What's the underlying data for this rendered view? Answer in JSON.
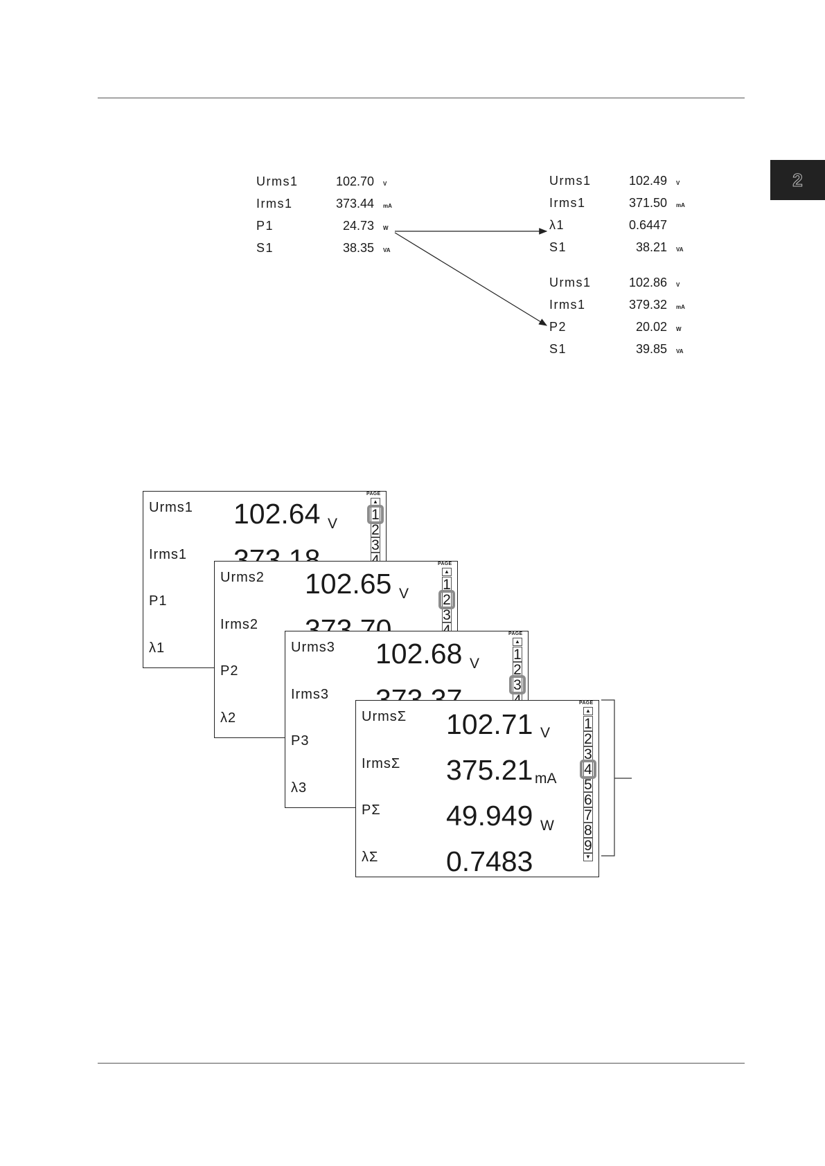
{
  "chapter": "2",
  "left_list": [
    {
      "label": "Urms1",
      "value": "102.70",
      "unit": "V"
    },
    {
      "label": "Irms1",
      "value": "373.44",
      "unit": "mA"
    },
    {
      "label": "P1",
      "value": "24.73",
      "unit": "W"
    },
    {
      "label": "S1",
      "value": "38.35",
      "unit": "VA"
    }
  ],
  "right_top_list": [
    {
      "label": "Urms1",
      "value": "102.49",
      "unit": "V"
    },
    {
      "label": "Irms1",
      "value": "371.50",
      "unit": "mA"
    },
    {
      "label": "λ1",
      "value": "0.6447",
      "unit": ""
    },
    {
      "label": "S1",
      "value": "38.21",
      "unit": "VA"
    }
  ],
  "right_bottom_list": [
    {
      "label": "Urms1",
      "value": "102.86",
      "unit": "V"
    },
    {
      "label": "Irms1",
      "value": "379.32",
      "unit": "mA"
    },
    {
      "label": "P2",
      "value": "20.02",
      "unit": "W"
    },
    {
      "label": "S1",
      "value": "39.85",
      "unit": "VA"
    }
  ],
  "screens": [
    {
      "page_label": "PAGE",
      "labels": [
        "Urms1",
        "Irms1",
        "P1",
        "λ1"
      ],
      "values": [
        "102.64",
        "373.18"
      ],
      "units": [
        "V"
      ],
      "pages": [
        "1",
        "2",
        "3",
        "4"
      ],
      "active_page": "1"
    },
    {
      "page_label": "PAGE",
      "labels": [
        "Urms2",
        "Irms2",
        "P2",
        "λ2"
      ],
      "values": [
        "102.65",
        "373.70"
      ],
      "units": [
        "V"
      ],
      "pages": [
        "1",
        "2",
        "3",
        "4"
      ],
      "active_page": "2"
    },
    {
      "page_label": "PAGE",
      "labels": [
        "Urms3",
        "Irms3",
        "P3",
        "λ3"
      ],
      "values": [
        "102.68",
        "373.37"
      ],
      "units": [
        "V"
      ],
      "pages": [
        "1",
        "2",
        "3",
        "4"
      ],
      "active_page": "3"
    },
    {
      "page_label": "PAGE",
      "labels": [
        "UrmsΣ",
        "IrmsΣ",
        "PΣ",
        "λΣ"
      ],
      "values": [
        "102.71",
        "375.21",
        "49.949",
        "0.7483"
      ],
      "units": [
        "V",
        "mA",
        "W",
        ""
      ],
      "pages": [
        "1",
        "2",
        "3",
        "4",
        "5",
        "6",
        "7",
        "8",
        "9"
      ],
      "active_page": "4"
    }
  ],
  "colors": {
    "chapter_tab": "#222222",
    "highlight": "#8c8c8c",
    "rule": "#555555"
  }
}
